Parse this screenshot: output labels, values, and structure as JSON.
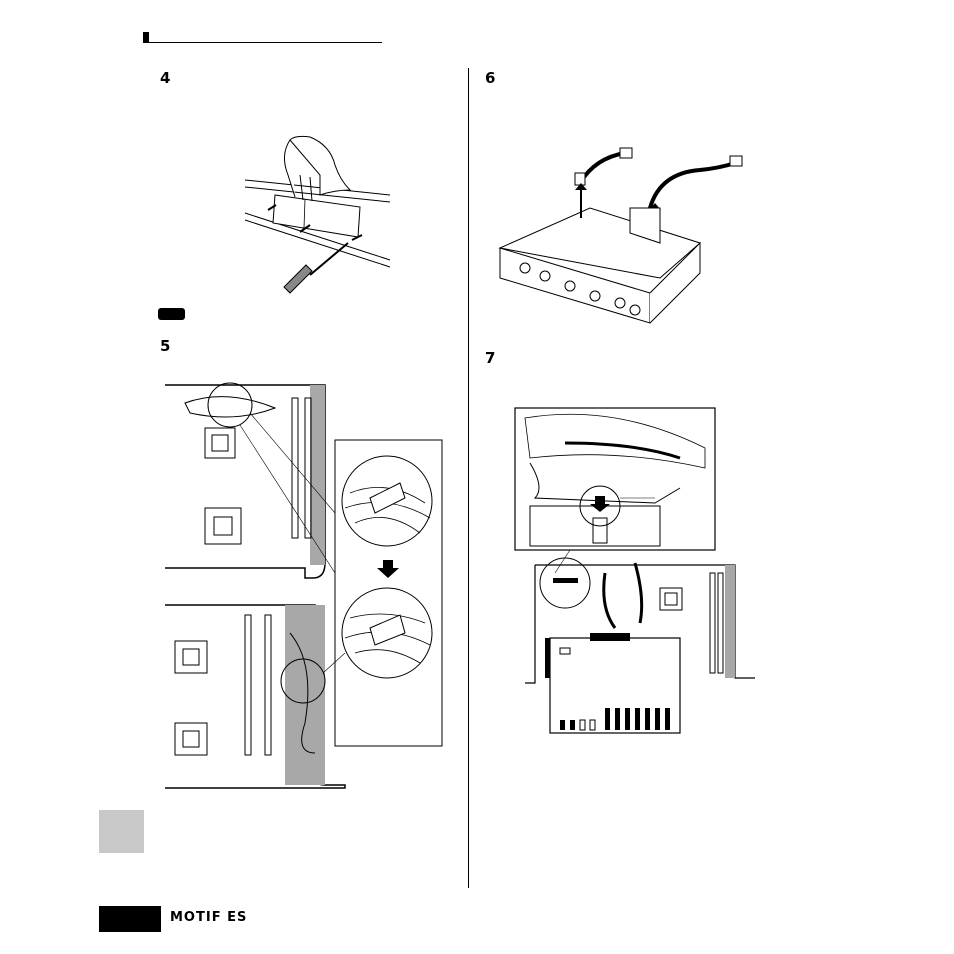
{
  "steps": {
    "step4": "4",
    "step5": "5",
    "step6": "6",
    "step7": "7"
  },
  "note_badge": "",
  "footer": {
    "logo": "MOTIF ES"
  },
  "colors": {
    "ink": "#000000",
    "panel_gray": "#a8a8a8",
    "tab_gray": "#c8c8c8"
  }
}
